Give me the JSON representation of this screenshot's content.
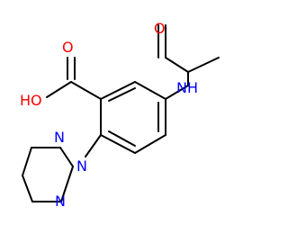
{
  "colors": {
    "carbon_bond": "#000000",
    "oxygen": "#ff0000",
    "nitrogen": "#0000ff",
    "background": "#ffffff"
  },
  "atoms": {
    "carbonyl_oxygen_top": "O",
    "amide_nh": "NH",
    "carboxylic_oxygen": "O",
    "hydroxyl": "HO",
    "triazole_n2": "N",
    "triazole_n1": "N",
    "triazole_n3": "N"
  }
}
